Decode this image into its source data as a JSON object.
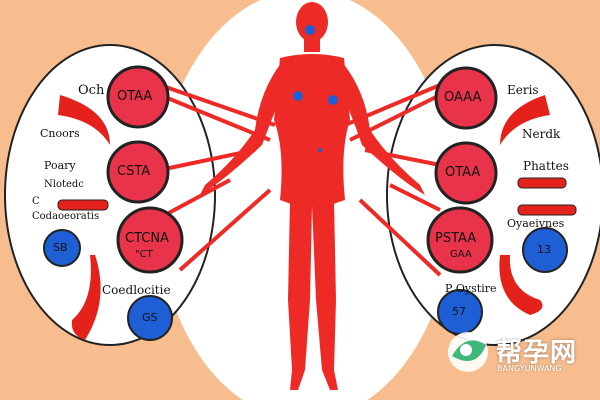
{
  "colors": {
    "background": "#f7bd8e",
    "body": "#ee2a26",
    "node_fill": "#e8334a",
    "badge_blue": "#1f5fd6",
    "accent_red": "#e4221b"
  },
  "left_labels": {
    "top": "Och",
    "second": "Cnoors",
    "third": "Poary",
    "fourth": "Nlotedc",
    "fifth_prefix": "C",
    "sixth": "Codaoeoratis",
    "seventh": "Coedlocitie"
  },
  "left_nodes": [
    {
      "text": "OTAA"
    },
    {
      "text": "CSTA"
    },
    {
      "text": "CTCNA",
      "subtext": "\"CT"
    }
  ],
  "left_badges": [
    {
      "text": "SB"
    },
    {
      "text": "GS"
    }
  ],
  "right_labels": {
    "top": "Eeris",
    "second": "Nerdk",
    "third": "Phattes",
    "fourth": "Oyaeivnes",
    "fifth": "P Oystire"
  },
  "right_nodes": [
    {
      "text": "OAAA"
    },
    {
      "text": "OTAA"
    },
    {
      "text": "PSTAA",
      "subtext": "GAA"
    }
  ],
  "right_badges": [
    {
      "text": "13"
    },
    {
      "text": "57"
    }
  ],
  "watermark": {
    "logo_icon": "leaf-circle-icon",
    "title": "帮孕网",
    "subtitle": "BANGYUNWANG"
  }
}
